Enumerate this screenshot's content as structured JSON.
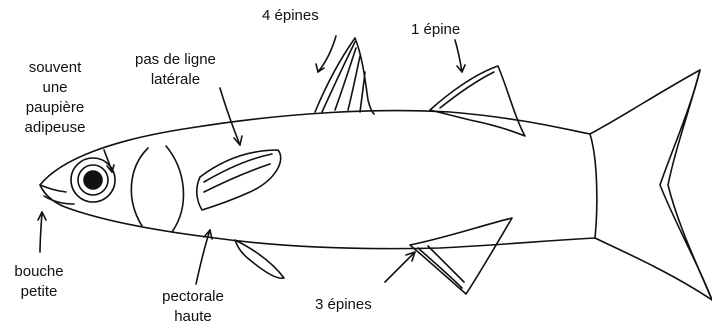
{
  "labels": {
    "four_spines": "4 épines",
    "one_spine": "1 épine",
    "no_lateral_line": [
      "pas de ligne",
      "latérale"
    ],
    "adipose_eyelid": [
      "souvent",
      "une",
      "paupière",
      "adipeuse"
    ],
    "small_mouth": [
      "bouche",
      "petite"
    ],
    "high_pectoral": [
      "pectorale",
      "haute"
    ],
    "three_spines": "3 épines"
  }
}
